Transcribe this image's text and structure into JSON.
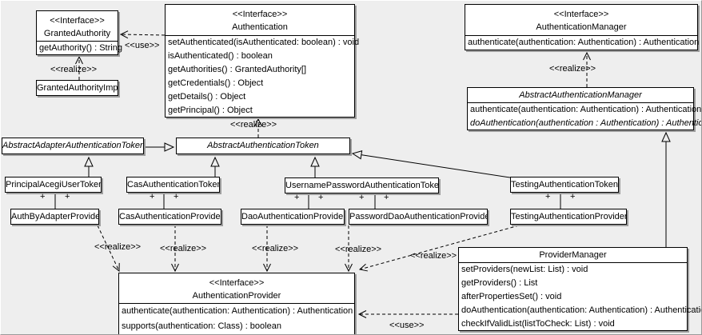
{
  "colors": {
    "background": "#eeeeee",
    "box_fill": "#ffffff",
    "line": "#000000",
    "shadow": "#9e9e9e"
  },
  "edge_labels": {
    "realize": "<<realize>>",
    "use": "<<use>>",
    "plus": "+"
  },
  "classes": {
    "granted_authority": {
      "stereotype": "<<Interface>>",
      "name": "GrantedAuthority",
      "methods": [
        "getAuthority() : String"
      ]
    },
    "granted_authority_impl": {
      "name": "GrantedAuthorityImpl"
    },
    "authentication": {
      "stereotype": "<<Interface>>",
      "name": "Authentication",
      "methods": [
        "setAuthenticated(isAuthenticated: boolean) : void",
        "isAuthenticated() : boolean",
        "getAuthorities() : GrantedAuthority[]",
        "getCredentials() : Object",
        "getDetails() : Object",
        "getPrincipal() : Object"
      ]
    },
    "authentication_manager": {
      "stereotype": "<<Interface>>",
      "name": "AuthenticationManager",
      "methods": [
        "authenticate(authentication: Authentication) : Authentication"
      ]
    },
    "abstract_authentication_manager": {
      "name": "AbstractAuthenticationManager",
      "methods": [
        "authenticate(authentication: Authentication) : Authentication",
        "doAuthentication(authentication : Authentication) : Authentication"
      ]
    },
    "abstract_adapter_authentication_token": {
      "name": "AbstractAdapterAuthenticationToken"
    },
    "abstract_authentication_token": {
      "name": "AbstractAuthenticationToken"
    },
    "principal_acegi_user_token": {
      "name": "PrincipalAcegiUserToken"
    },
    "cas_authentication_token": {
      "name": "CasAuthenticationToken"
    },
    "username_password_authentication_token": {
      "name": "UsernamePasswordAuthenticationToken"
    },
    "testing_authentication_token": {
      "name": "TestingAuthenticationToken"
    },
    "auth_by_adapter_provider": {
      "name": "AuthByAdapterProvider"
    },
    "cas_authentication_provider": {
      "name": "CasAuthenticationProvider"
    },
    "dao_authentication_provider": {
      "name": "DaoAuthenticationProvider"
    },
    "password_dao_authentication_provider": {
      "name": "PasswordDaoAuthenticationProvider"
    },
    "testing_authentication_provider": {
      "name": "TestingAuthenticationProvider"
    },
    "authentication_provider": {
      "stereotype": "<<Interface>>",
      "name": "AuthenticationProvider",
      "methods": [
        "authenticate(authentication: Authentication) : Authentication",
        "supports(authentication: Class) : boolean"
      ]
    },
    "provider_manager": {
      "name": "ProviderManager",
      "methods": [
        "setProviders(newList: List) : void",
        "getProviders() : List",
        "afterPropertiesSet() : void",
        "doAuthentication(authentication: Authentication) : Authentication",
        "checkIfValidList(listToCheck: List) : void"
      ]
    }
  }
}
